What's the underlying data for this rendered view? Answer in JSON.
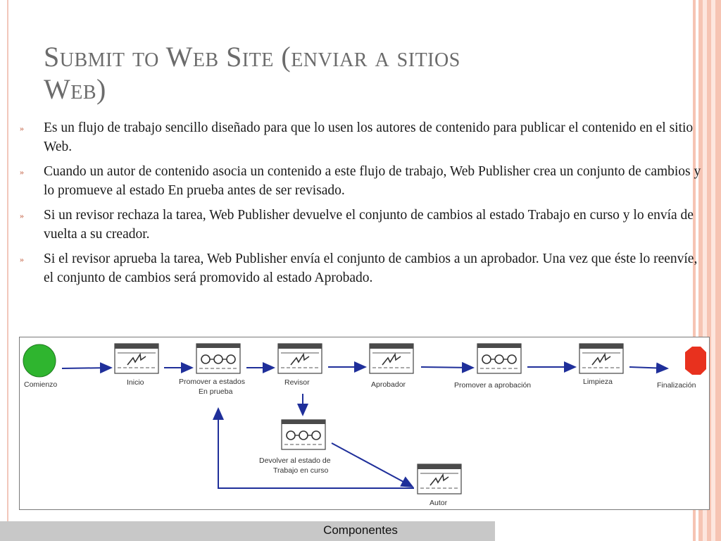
{
  "slide": {
    "title_line1": "Submit to Web Site (enviar a sitios",
    "title_line2": "Web)",
    "bullet_marker": "»",
    "bullets": [
      "Es un flujo de trabajo sencillo diseñado para que lo usen los autores de contenido para publicar el contenido en el sitio Web.",
      "Cuando un autor de contenido asocia un contenido a este flujo de trabajo, Web Publisher crea un conjunto de cambios y lo promueve al estado En prueba antes de ser revisado.",
      "Si un revisor rechaza la tarea, Web Publisher devuelve el conjunto de cambios al estado Trabajo en curso y lo envía de vuelta a su creador.",
      "Si el revisor aprueba la tarea, Web Publisher envía el conjunto de cambios a un aprobador. Una vez que éste lo reenvíe, el conjunto de cambios será promovido al estado Aprobado."
    ],
    "footer": "Componentes"
  },
  "diagram": {
    "nodes": {
      "start": "Comienzo",
      "inicio": "Inicio",
      "promote_test_1": "Promover a estados",
      "promote_test_2": "En prueba",
      "revisor": "Revisor",
      "aprobador": "Aprobador",
      "promote_approval": "Promover a aprobación",
      "limpieza": "Limpieza",
      "end": "Finalización",
      "return_1": "Devolver al estado de",
      "return_2": "Trabajo en curso",
      "autor": "Autor"
    },
    "colors": {
      "start": "#2fb52f",
      "end": "#e8311e",
      "arrow": "#1f2f9a",
      "task_header": "#4a4a4a"
    }
  }
}
